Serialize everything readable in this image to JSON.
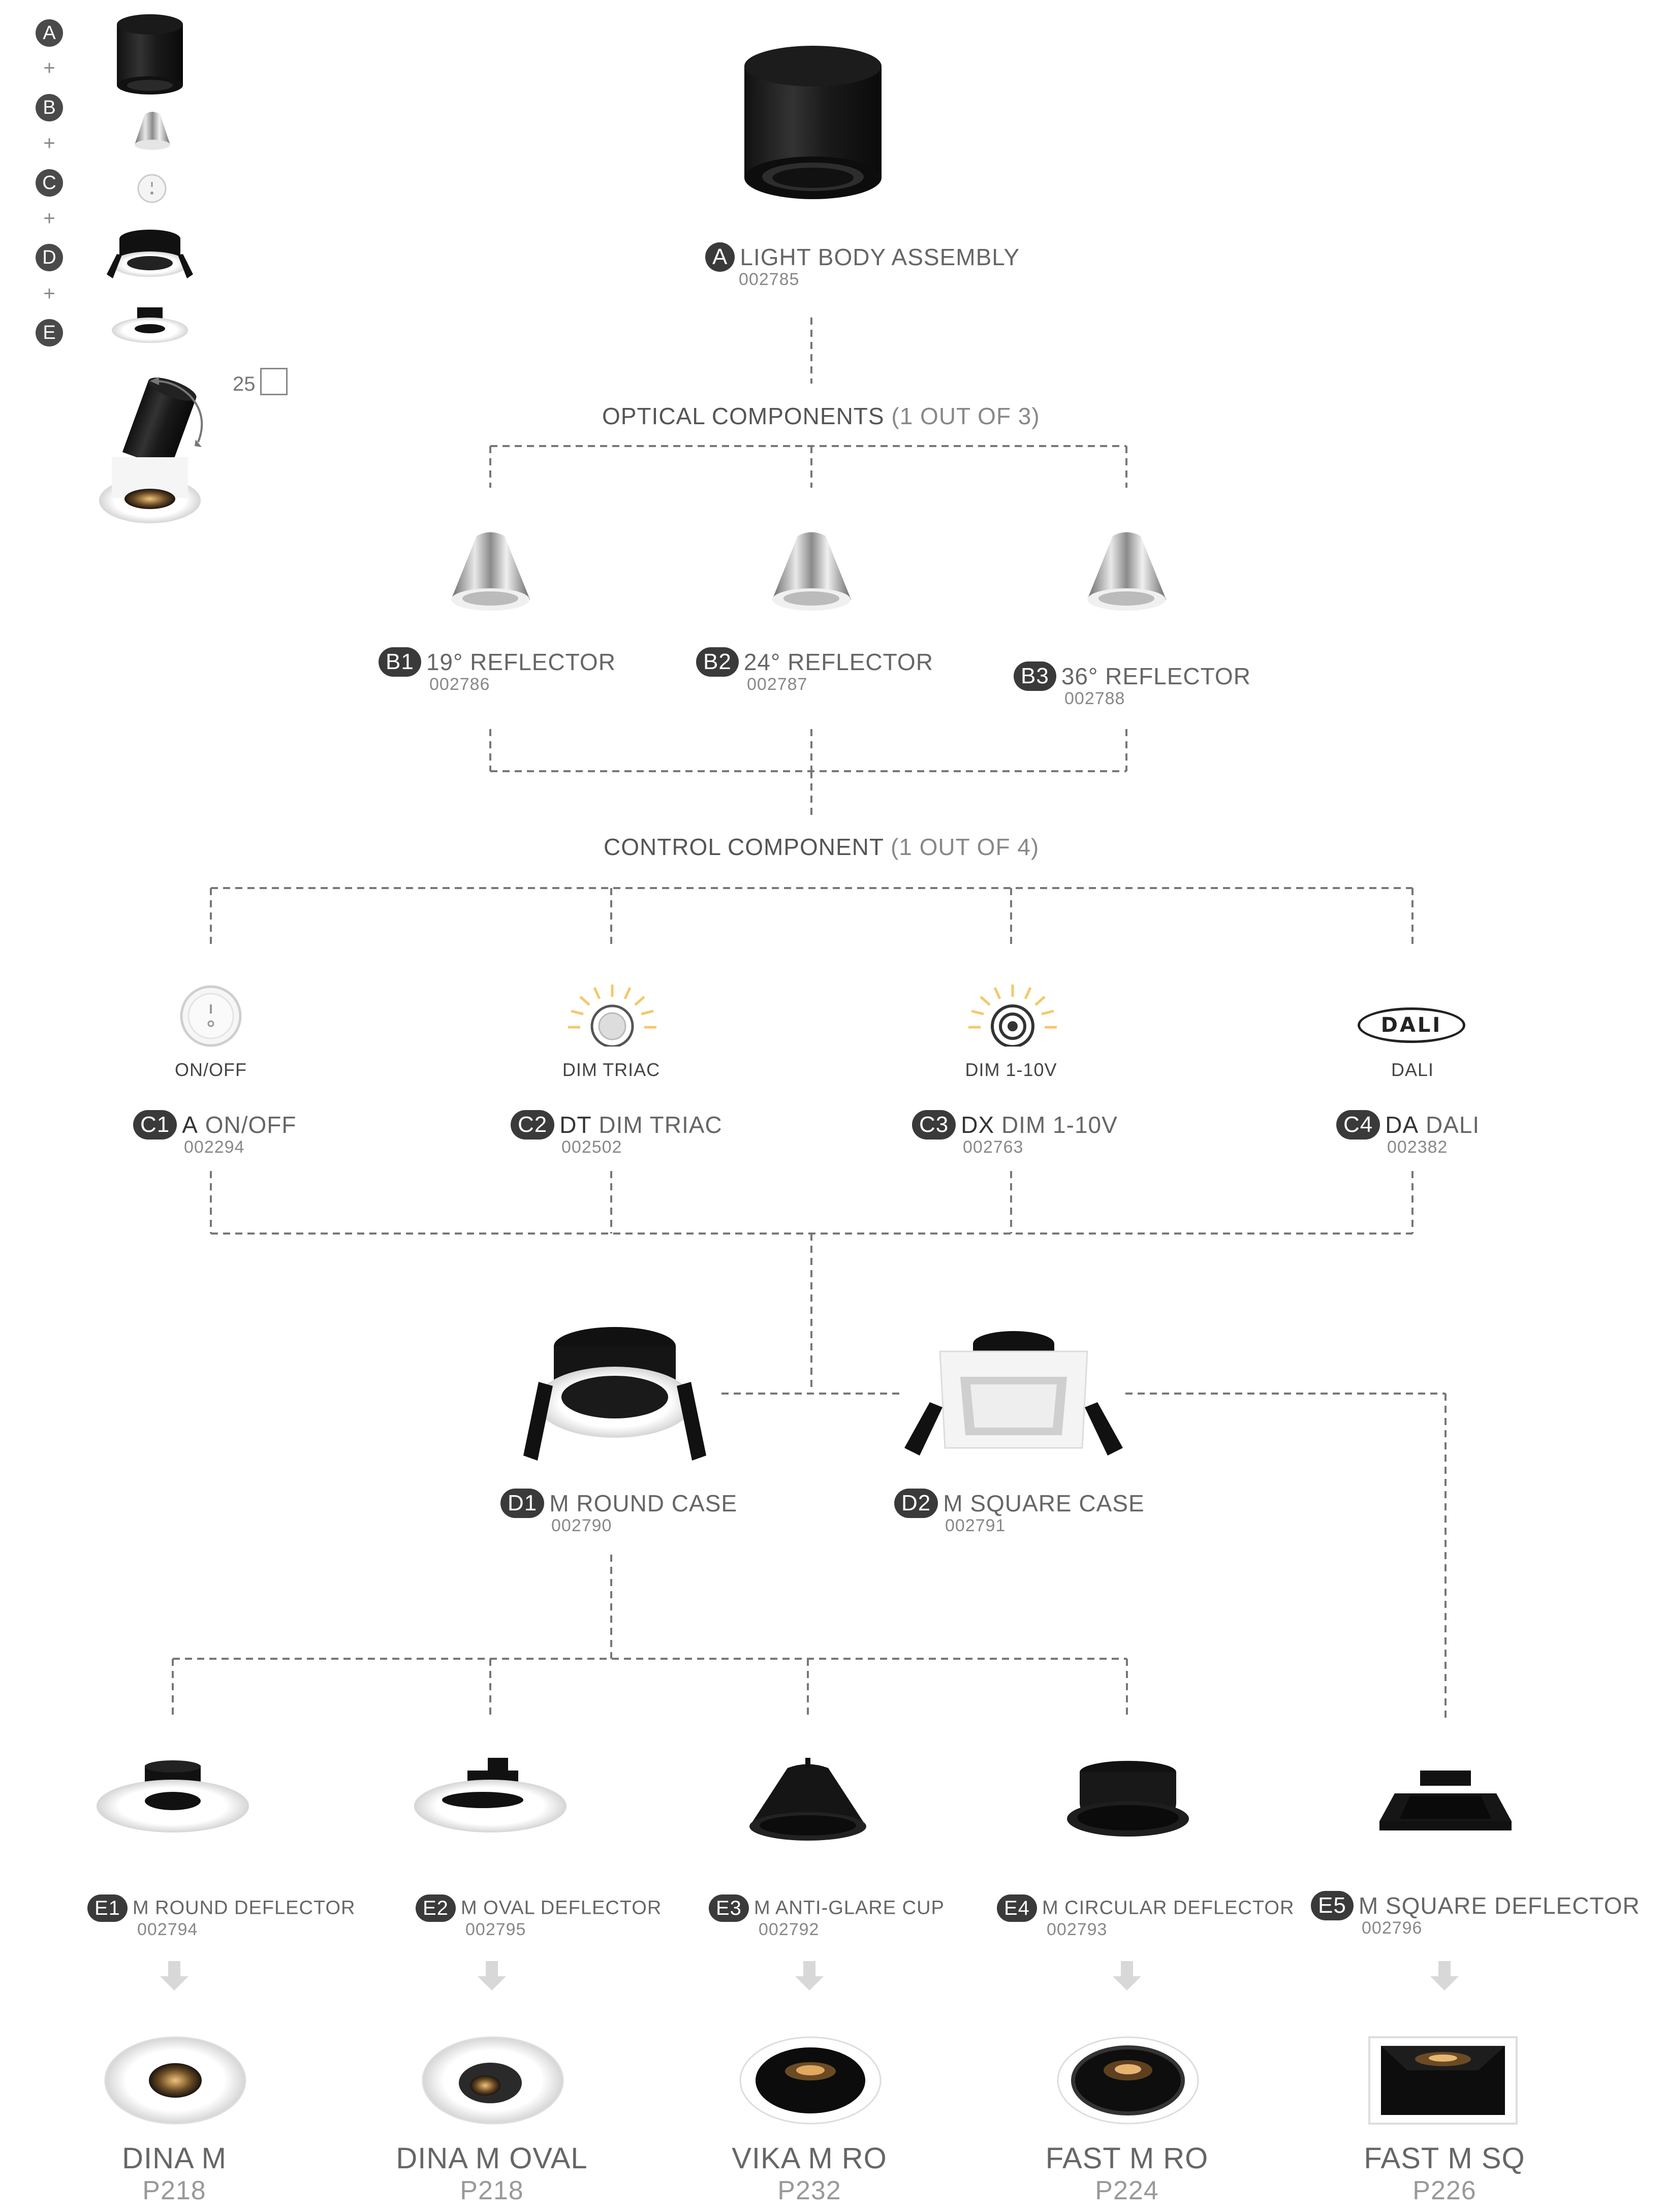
{
  "legend": {
    "letters": [
      "A",
      "B",
      "C",
      "D",
      "E"
    ],
    "plus": "+",
    "angle": "25"
  },
  "light_body": {
    "badge": "A",
    "name": "LIGHT BODY ASSEMBLY",
    "code": "002785"
  },
  "optical": {
    "title": "OPTICAL COMPONENTS",
    "subtitle": "(1 OUT OF 3)",
    "items": [
      {
        "badge": "B1",
        "name": "19° REFLECTOR",
        "code": "002786"
      },
      {
        "badge": "B2",
        "name": "24° REFLECTOR",
        "code": "002787"
      },
      {
        "badge": "B3",
        "name": "36° REFLECTOR",
        "code": "002788"
      }
    ]
  },
  "control": {
    "title": "CONTROL COMPONENT",
    "subtitle": "(1 OUT OF 4)",
    "items": [
      {
        "caption": "ON/OFF",
        "badge": "C1",
        "prefix": "A",
        "name": "ON/OFF",
        "code": "002294"
      },
      {
        "caption": "DIM TRIAC",
        "badge": "C2",
        "prefix": "DT",
        "name": "DIM TRIAC",
        "code": "002502"
      },
      {
        "caption": "DIM 1-10V",
        "badge": "C3",
        "prefix": "DX",
        "name": "DIM 1-10V",
        "code": "002763"
      },
      {
        "caption": "DALI",
        "badge": "C4",
        "prefix": "DA",
        "name": "DALI",
        "code": "002382",
        "logo": "DALI"
      }
    ]
  },
  "cases": [
    {
      "badge": "D1",
      "name": "M ROUND CASE",
      "code": "002790"
    },
    {
      "badge": "D2",
      "name": "M SQUARE CASE",
      "code": "002791"
    }
  ],
  "deflectors": [
    {
      "badge": "E1",
      "name": "M ROUND DEFLECTOR",
      "code": "002794"
    },
    {
      "badge": "E2",
      "name": "M OVAL DEFLECTOR",
      "code": "002795"
    },
    {
      "badge": "E3",
      "name": "M ANTI-GLARE CUP",
      "code": "002792"
    },
    {
      "badge": "E4",
      "name": "M CIRCULAR DEFLECTOR",
      "code": "002793"
    },
    {
      "badge": "E5",
      "name": "M SQUARE DEFLECTOR",
      "code": "002796"
    }
  ],
  "products": [
    {
      "name": "DINA M",
      "code": "P218"
    },
    {
      "name": "DINA M OVAL",
      "code": "P218"
    },
    {
      "name": "VIKA M RO",
      "code": "P232"
    },
    {
      "name": "FAST M RO",
      "code": "P224"
    },
    {
      "name": "FAST M SQ",
      "code": "P226"
    }
  ]
}
